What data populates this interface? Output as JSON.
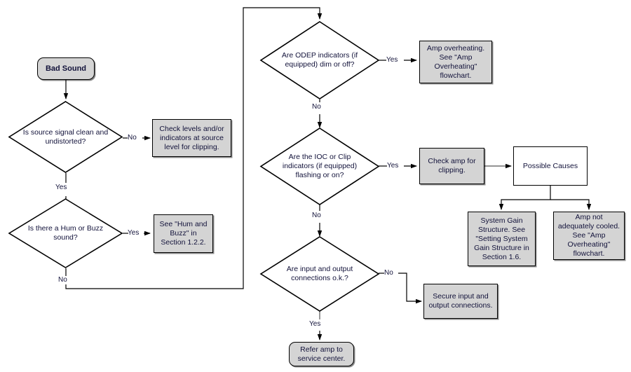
{
  "chart_data": {
    "type": "diagram",
    "title": "Bad Sound troubleshooting flowchart",
    "diagram_kind": "flowchart"
  },
  "nodes": {
    "start": {
      "label": "Bad Sound",
      "shape": "terminator"
    },
    "q_source_signal": {
      "label": "Is source signal clean and undistorted?",
      "shape": "decision"
    },
    "a_check_levels": {
      "label": "Check levels and/or indicators at source level for clipping.",
      "shape": "process"
    },
    "q_hum_buzz": {
      "label": "Is there a Hum or Buzz sound?",
      "shape": "decision"
    },
    "a_hum_buzz": {
      "label": "See \"Hum and Buzz\" in Section 1.2.2.",
      "shape": "process"
    },
    "q_odep": {
      "label": "Are ODEP indicators (if equipped) dim or off?",
      "shape": "decision"
    },
    "a_amp_overheating": {
      "label": "Amp overheating. See \"Amp Overheating\" flowchart.",
      "shape": "process"
    },
    "q_ioc_clip": {
      "label": "Are the IOC or Clip indicators (if equipped) flashing or on?",
      "shape": "decision"
    },
    "a_check_amp": {
      "label": "Check amp for clipping.",
      "shape": "process"
    },
    "possible_causes": {
      "label": "Possible Causes",
      "shape": "process-white"
    },
    "cause_gain": {
      "label": "System Gain Structure. See \"Setting System Gain Structure in Section 1.6.",
      "shape": "process"
    },
    "cause_cooling": {
      "label": "Amp not adequately cooled. See \"Amp Overheating\" flowchart.",
      "shape": "process"
    },
    "q_connections": {
      "label": "Are input and output connections o.k.?",
      "shape": "decision"
    },
    "a_secure": {
      "label": "Secure input and output connections.",
      "shape": "process"
    },
    "end_service": {
      "label": "Refer amp to service center.",
      "shape": "terminator"
    }
  },
  "edge_labels": {
    "source_signal_no": "No",
    "source_signal_yes": "Yes",
    "hum_buzz_yes": "Yes",
    "hum_buzz_no": "No",
    "odep_yes": "Yes",
    "odep_no": "No",
    "ioc_yes": "Yes",
    "ioc_no": "No",
    "connections_no": "No",
    "connections_yes": "Yes"
  },
  "colors": {
    "node_fill": "#d4d4d4",
    "node_fill_white": "#ffffff",
    "stroke": "#000000",
    "text": "#12123a",
    "background": "#ffffff"
  }
}
